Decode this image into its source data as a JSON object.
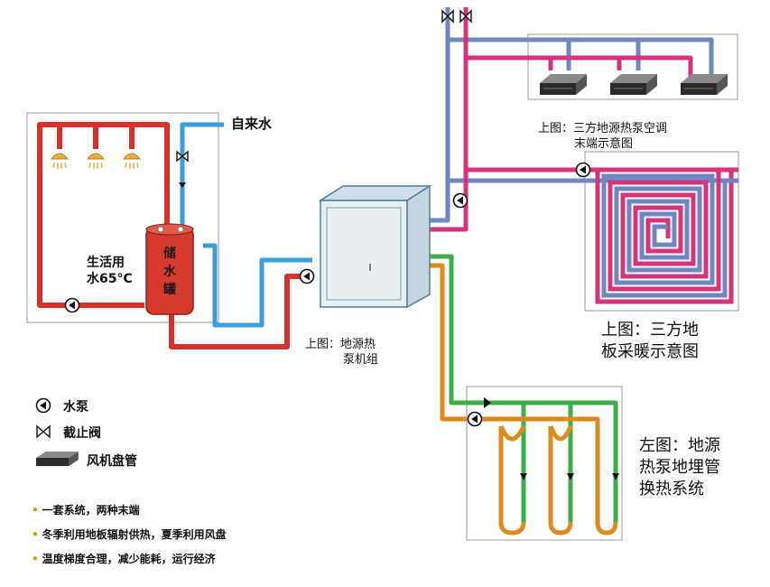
{
  "colors": {
    "hot_water": "#d9302a",
    "tap_water": "#3aa0dc",
    "ac_supply": "#6f86c1",
    "ac_return": "#d6337f",
    "ground_supply": "#3fae4a",
    "ground_return": "#e08a1e",
    "frame": "#999999"
  },
  "labels": {
    "tap_water": "自来水",
    "domestic_water_line1": "生活用",
    "domestic_water_line2": "水65°C",
    "tank_chars": [
      "储",
      "水",
      "罐"
    ],
    "heat_pump_caption_line1": "上图：地源热",
    "heat_pump_caption_line2": "泵机组",
    "ac_caption_line1": "上图：三方地源热泵空调",
    "ac_caption_line2": "末端示意图",
    "floor_caption_line1": "上图：三方地",
    "floor_caption_line2": "板采暖示意图",
    "ground_caption_line1": "左图：地源",
    "ground_caption_line2": "热泵地埋管",
    "ground_caption_line3": "换热系统"
  },
  "legend": {
    "pump": "水泵",
    "valve": "截止阀",
    "fan_coil": "风机盘管"
  },
  "notes": [
    "一套系统，两种末端",
    "冬季利用地板辐射供热，夏季利用风盘",
    "温度梯度合理，减少能耗，运行经济"
  ]
}
